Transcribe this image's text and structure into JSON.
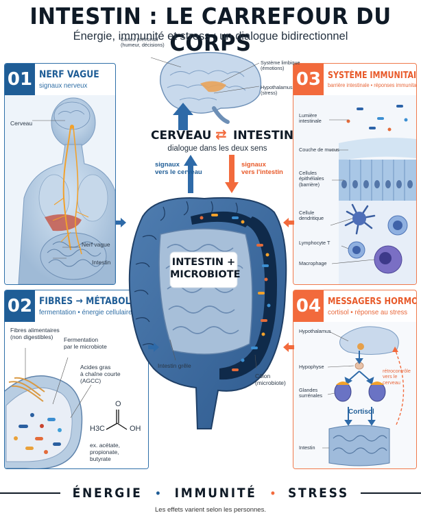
{
  "header": {
    "title": "INTESTIN : LE CARREFOUR DU CORPS",
    "subtitle": "Énergie, immunité et stress : un dialogue bidirectionnel"
  },
  "brain": {
    "labels": {
      "cortex": "Cortex préfrontal",
      "cortex_sub": "(humeur, décisions)",
      "limbic": "Système limbique",
      "limbic_sub": "(émotions)",
      "hypothalamus": "Hypothalamus",
      "hypothalamus_sub": "(stress)"
    }
  },
  "axis": {
    "left": "CERVEAU",
    "right": "INTESTIN",
    "arrow": "⇄",
    "caption": "dialogue dans les deux sens",
    "up_label_1": "signaux",
    "up_label_2": "vers le cerveau",
    "down_label_1": "signaux",
    "down_label_2": "vers l'intestin"
  },
  "center": {
    "title_1": "INTESTIN +",
    "title_2": "MICROBIOTE",
    "label_small_intestine": "Intestin grêle",
    "label_colon_1": "Côlon",
    "label_colon_2": "(microbiote)"
  },
  "panels": {
    "p1": {
      "number": "01",
      "title": "NERF VAGUE",
      "subtitle": "signaux nerveux",
      "labels": {
        "brain": "Cerveau",
        "nerve": "Nerf vague",
        "intestine": "Intestin"
      }
    },
    "p2": {
      "number": "02",
      "title": "FIBRES → MÉTABOLITES",
      "subtitle": "fermentation • énergie cellulaire",
      "labels": {
        "fibres_1": "Fibres alimentaires",
        "fibres_2": "(non digestibles)",
        "ferment_1": "Fermentation",
        "ferment_2": "par le microbiote",
        "agcc_1": "Acides gras",
        "agcc_2": "à chaîne courte",
        "agcc_3": "(AGCC)",
        "examples_1": "ex. acétate, propionate,",
        "examples_2": "butyrate",
        "formula_h3c": "H3C",
        "formula_o": "O",
        "formula_oh": "OH"
      }
    },
    "p3": {
      "number": "03",
      "title": "SYSTÈME IMMUNITAIRE",
      "subtitle": "barrière intestinale • réponses immunitaires",
      "labels": {
        "lumen_1": "Lumière",
        "lumen_2": "intestinale",
        "mucus": "Couche de mucus",
        "epith_1": "Cellules",
        "epith_2": "épithéliales",
        "epith_3": "(barrière)",
        "dendritic_1": "Cellule",
        "dendritic_2": "dendritique",
        "lympho": "Lymphocyte T",
        "macro": "Macrophage"
      }
    },
    "p4": {
      "number": "04",
      "title": "MESSAGERS HORMONAUX",
      "subtitle": "cortisol • réponse au stress",
      "labels": {
        "hypothalamus": "Hypothalamus",
        "hypophyse": "Hypophyse",
        "glandes_1": "Glandes",
        "glandes_2": "surrénales",
        "cortisol": "Cortisol",
        "retro_1": "rétrocontrôle",
        "retro_2": "vers le cerveau",
        "intestin": "Intestin"
      }
    }
  },
  "footer": {
    "word1": "ÉNERGIE",
    "word2": "IMMUNITÉ",
    "word3": "STRESS",
    "dot": "•",
    "note": "Les effets varient selon les personnes."
  },
  "colors": {
    "blue": "#1f5d96",
    "orange": "#f26a3c",
    "dark": "#0f1a26"
  }
}
